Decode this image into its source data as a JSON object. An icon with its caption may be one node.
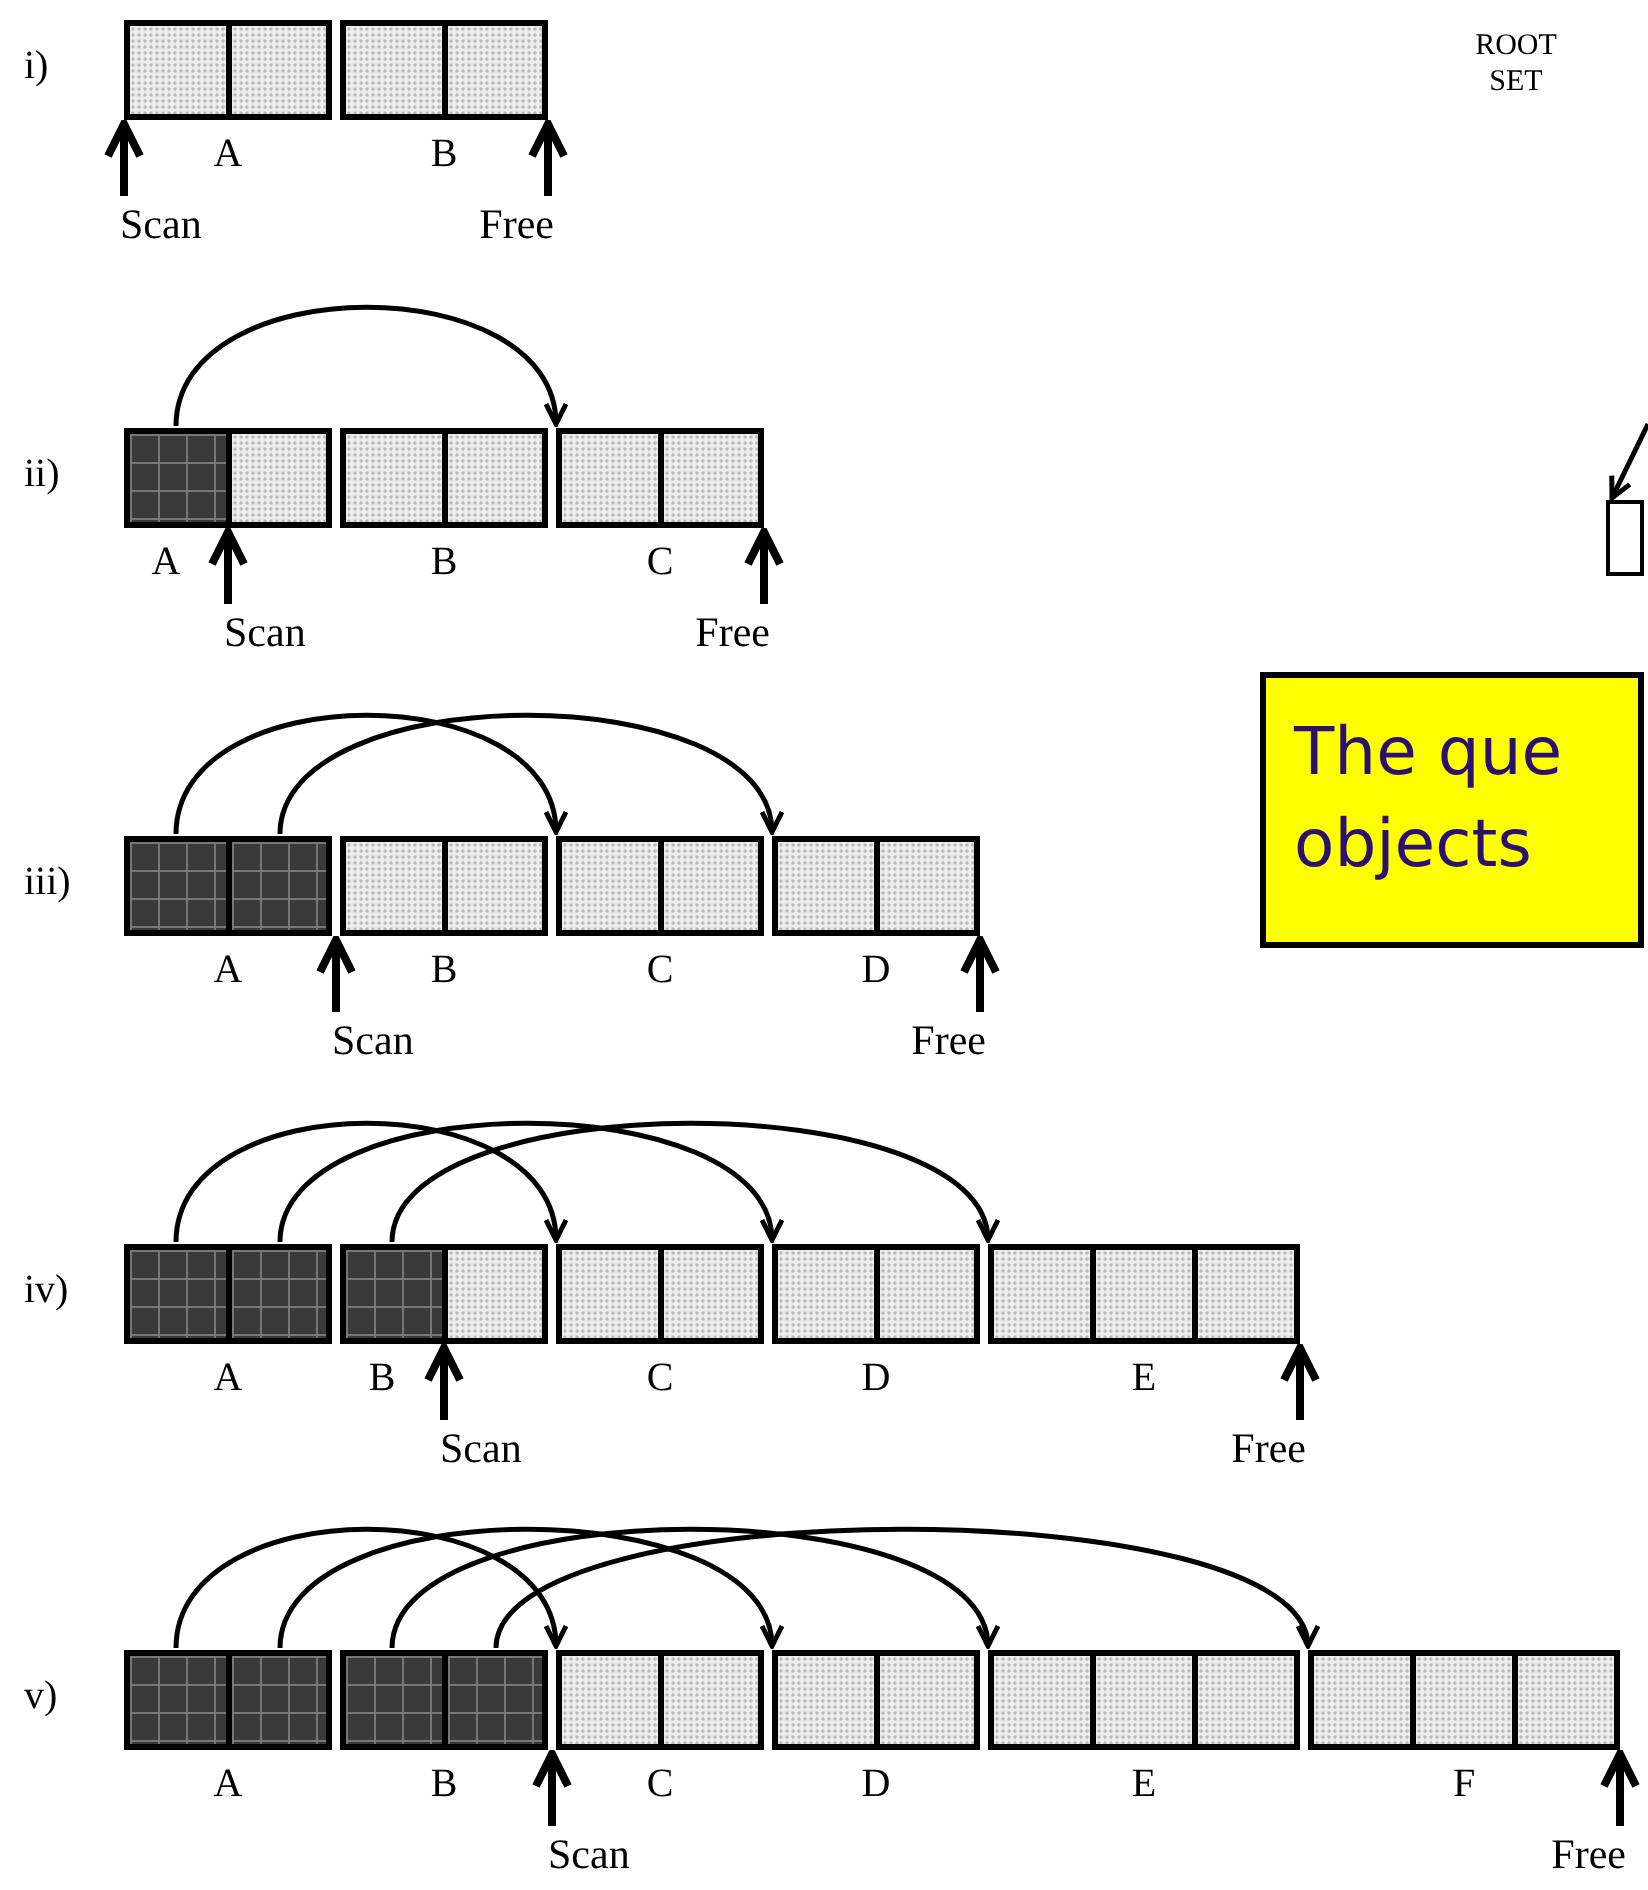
{
  "diagram": {
    "nodes": [
      {
        "text": [
          "A"
        ]
      },
      {
        "text": [
          "B"
        ]
      },
      {
        "text": [
          "Scan"
        ]
      },
      {
        "text": [
          "Free"
        ]
      },
      {
        "text": [
          "A"
        ]
      },
      {
        "text": [
          "B"
        ]
      },
      {
        "text": [
          "C"
        ]
      },
      {
        "text": [
          "Scan"
        ]
      },
      {
        "text": [
          "Free"
        ]
      },
      {
        "text": [
          "A"
        ]
      },
      {
        "text": [
          "B"
        ]
      },
      {
        "text": [
          "C"
        ]
      },
      {
        "text": [
          "D"
        ]
      },
      {
        "text": [
          "Scan"
        ]
      },
      {
        "text": [
          "Free"
        ]
      },
      {
        "text": [
          "A"
        ]
      },
      {
        "text": [
          "B"
        ]
      },
      {
        "text": [
          "C"
        ]
      },
      {
        "text": [
          "D"
        ]
      },
      {
        "text": [
          "E"
        ]
      },
      {
        "text": [
          "Scan"
        ]
      },
      {
        "text": [
          "Free"
        ]
      },
      {
        "text": [
          "A"
        ]
      },
      {
        "text": [
          "B"
        ]
      },
      {
        "text": [
          "C"
        ]
      },
      {
        "text": [
          "D"
        ]
      },
      {
        "text": [
          "E"
        ]
      },
      {
        "text": [
          "F"
        ]
      },
      {
        "text": [
          "Scan"
        ]
      },
      {
        "text": [
          "Free"
        ]
      },
      {
        "text": [],
        "shape": "box"
      },
      {
        "text": [
          "The que objects"
        ]
      }
    ],
    "edges": [
      {
        "from": 2,
        "to": 0,
        "arrow": "to"
      },
      {
        "from": 3,
        "to": 1,
        "arrow": "to"
      },
      {
        "from": 4,
        "to": 6,
        "arrow": "to"
      },
      {
        "from": 7,
        "to": 4,
        "arrow": "to"
      },
      {
        "from": 8,
        "to": 6,
        "arrow": "to"
      },
      {
        "from": 9,
        "to": 11,
        "arrow": "to"
      },
      {
        "from": 9,
        "to": 12,
        "arrow": "to"
      },
      {
        "from": 13,
        "to": 9,
        "arrow": "to"
      },
      {
        "from": 14,
        "to": 12,
        "arrow": "to"
      },
      {
        "from": 15,
        "to": 17,
        "arrow": "to"
      },
      {
        "from": 15,
        "to": 18,
        "arrow": "to"
      },
      {
        "from": 16,
        "to": 19,
        "arrow": "to"
      },
      {
        "from": 20,
        "to": 16,
        "arrow": "to"
      },
      {
        "from": 21,
        "to": 19,
        "arrow": "to"
      },
      {
        "from": 22,
        "to": 24,
        "arrow": "to"
      },
      {
        "from": 22,
        "to": 25,
        "arrow": "to"
      },
      {
        "from": 23,
        "to": 26,
        "arrow": "to"
      },
      {
        "from": 23,
        "to": 27,
        "arrow": "to"
      },
      {
        "from": 28,
        "to": 23,
        "arrow": "to"
      },
      {
        "from": 29,
        "to": 27,
        "arrow": "to"
      },
      {
        "from": null,
        "to": 30,
        "arrow": "to"
      }
    ],
    "labels": [
      "i)",
      "ii)",
      "iii)",
      "iv)",
      "v)",
      "ROOT SET"
    ]
  }
}
